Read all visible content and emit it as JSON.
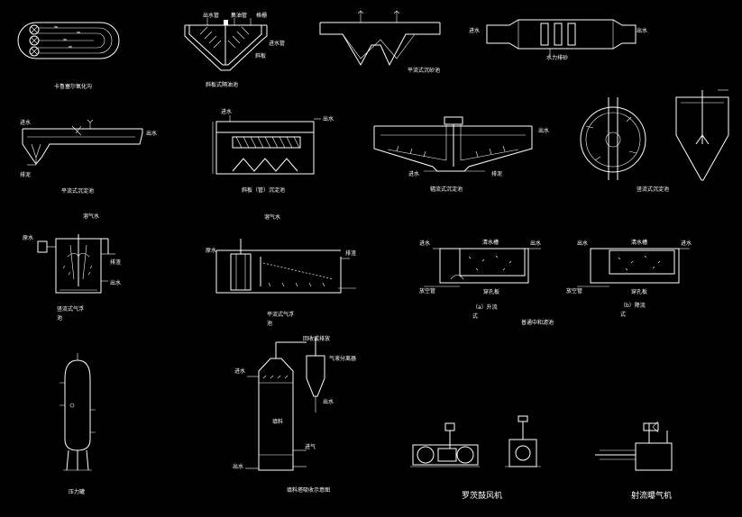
{
  "labels": {
    "oxidation_ditch": "卡鲁塞尔氧化沟",
    "inclined_plate_sedimentation": "斜板式隔油池",
    "water_outlet_pipe": "出水管",
    "collection_pipe": "集油管",
    "inclined_plate": "斜板",
    "water_inlet_pipe": "进水管",
    "mud_discharge": "排泥",
    "water_inlet": "进水",
    "water_outlet": "出水",
    "pipe_header": "格栅",
    "grit_chamber_horizontal": "平流式沉砂池",
    "hydrocyclone_grit": "水力排砂",
    "horizontal_sedimentation": "平流式沉淀池",
    "inclined_tube_sedimentation": "斜板（管）沉淀池",
    "radial_sedimentation": "辐流式沉淀池",
    "vertical_sedimentation": "竖流式沉淀池",
    "vertical_air_flotation_1": "竖流式气浮",
    "vertical_air_flotation_2": "池",
    "horizontal_air_flotation_1": "平流式气浮",
    "horizontal_air_flotation_2": "池",
    "raw_water": "原水",
    "inlet_gas": "溶气水",
    "slag": "排渣",
    "clear_water_tank": "清水槽",
    "mud_pipe": "放空管",
    "perforated_plate": "穿孔板",
    "upflow_a": "（a）升流",
    "upflow_a2": "式",
    "downflow_b": "（b）降流",
    "downflow_b2": "式",
    "packed_bed_filter": "普通中和滤池",
    "pressure_tank": "压力罐",
    "cyclone_top": "回收或排放",
    "gas_liquid_separator": "气液分离器",
    "packing": "填料",
    "outlet_water_cyclone": "出水",
    "packed_tower_gas": "进气",
    "packed_tower": "填料塔吸收示意图",
    "roots_blower": "罗茨鼓风机",
    "jet_aerator": "射流曝气机"
  }
}
